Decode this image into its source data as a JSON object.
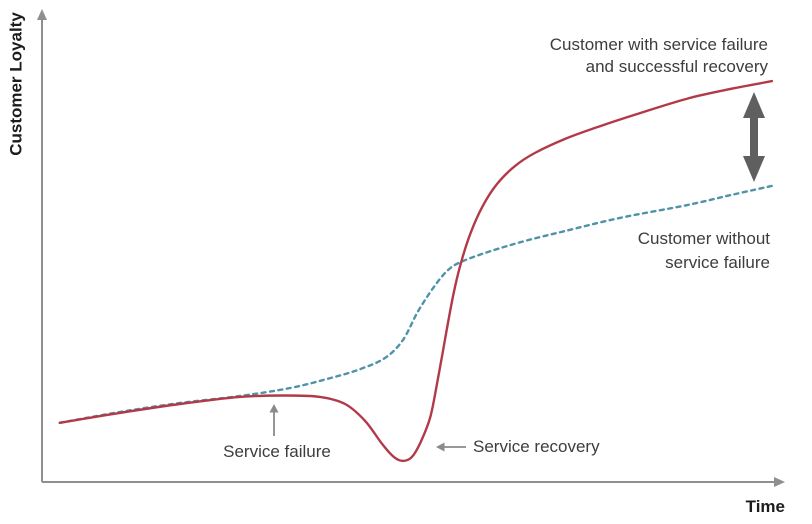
{
  "chart_data": {
    "type": "line",
    "title": "",
    "xlabel": "Time",
    "ylabel": "Customer Loyalty",
    "x_range": [
      0,
      10
    ],
    "y_range": [
      0,
      10
    ],
    "grid": false,
    "legend_position": "none (direct curve labels)",
    "axis_color": "#8f8f8f",
    "series": [
      {
        "name": "Customer without service failure",
        "style": "dashed",
        "color": "#4f93a8",
        "points": [
          [
            0.24,
            1.26
          ],
          [
            1.05,
            1.49
          ],
          [
            1.86,
            1.68
          ],
          [
            2.67,
            1.83
          ],
          [
            3.35,
            2.0
          ],
          [
            3.89,
            2.21
          ],
          [
            4.29,
            2.4
          ],
          [
            4.63,
            2.64
          ],
          [
            4.87,
            3.02
          ],
          [
            5.07,
            3.62
          ],
          [
            5.28,
            4.13
          ],
          [
            5.48,
            4.51
          ],
          [
            5.68,
            4.7
          ],
          [
            6.05,
            4.91
          ],
          [
            6.52,
            5.13
          ],
          [
            7.06,
            5.34
          ],
          [
            7.8,
            5.62
          ],
          [
            8.7,
            5.89
          ],
          [
            9.31,
            6.11
          ],
          [
            9.85,
            6.3
          ]
        ]
      },
      {
        "name": "Customer with service failure and successful recovery",
        "style": "solid",
        "color": "#b23a48",
        "points": [
          [
            0.24,
            1.26
          ],
          [
            1.05,
            1.47
          ],
          [
            1.86,
            1.66
          ],
          [
            2.67,
            1.81
          ],
          [
            3.28,
            1.84
          ],
          [
            3.75,
            1.81
          ],
          [
            4.09,
            1.66
          ],
          [
            4.36,
            1.3
          ],
          [
            4.59,
            0.81
          ],
          [
            4.75,
            0.53
          ],
          [
            4.87,
            0.45
          ],
          [
            4.99,
            0.53
          ],
          [
            5.11,
            0.85
          ],
          [
            5.24,
            1.38
          ],
          [
            5.34,
            2.17
          ],
          [
            5.45,
            3.13
          ],
          [
            5.55,
            3.98
          ],
          [
            5.65,
            4.64
          ],
          [
            5.78,
            5.28
          ],
          [
            5.94,
            5.85
          ],
          [
            6.14,
            6.34
          ],
          [
            6.38,
            6.72
          ],
          [
            6.65,
            7.0
          ],
          [
            7.06,
            7.3
          ],
          [
            7.53,
            7.57
          ],
          [
            8.07,
            7.85
          ],
          [
            8.74,
            8.17
          ],
          [
            9.35,
            8.38
          ],
          [
            9.85,
            8.53
          ]
        ]
      }
    ],
    "annotations": {
      "with_failure": {
        "line1": "Customer with service failure",
        "line2": "and successful recovery"
      },
      "without_failure": {
        "line1": "Customer without",
        "line2": "service failure"
      },
      "service_failure": {
        "label": "Service failure"
      },
      "service_recovery": {
        "label": "Service recovery"
      },
      "gap_arrow": {
        "meaning": "loyalty gap between curves (service recovery paradox)",
        "color": "#5f5f5f"
      }
    }
  }
}
